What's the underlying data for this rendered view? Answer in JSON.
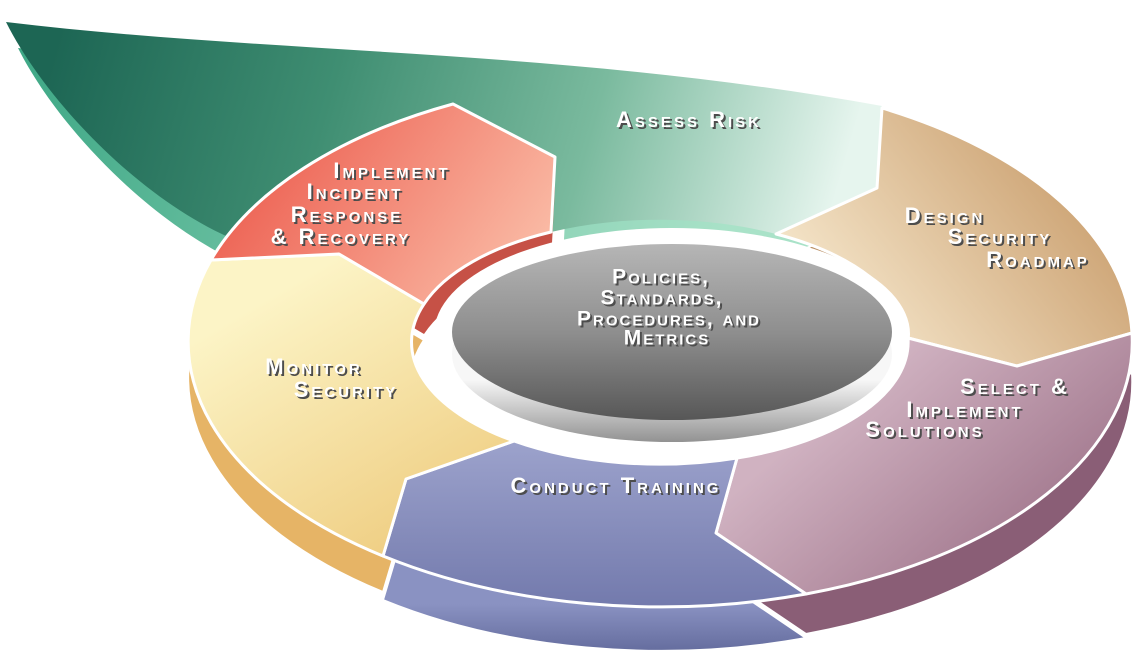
{
  "diagram": {
    "type": "cycle-process-diagram",
    "flow_direction": "clockwise",
    "center": {
      "name": "policies-standards-procedures-metrics",
      "lines": [
        "Policies,",
        "Standards,",
        "Procedures, and",
        "Metrics"
      ]
    },
    "segments": [
      {
        "name": "assess-risk",
        "lines": [
          "Assess Risk"
        ],
        "color": "#3F8E72"
      },
      {
        "name": "design-security-roadmap",
        "lines": [
          "Design",
          "Security",
          "Roadmap"
        ],
        "color": "#D9B183"
      },
      {
        "name": "select-implement-solutions",
        "lines": [
          "Select &",
          "Implement",
          "Solutions"
        ],
        "color": "#B28DA0"
      },
      {
        "name": "conduct-training",
        "lines": [
          "Conduct Training"
        ],
        "color": "#8990BD"
      },
      {
        "name": "monitor-security",
        "lines": [
          "Monitor",
          "Security"
        ],
        "color": "#F6E3A0"
      },
      {
        "name": "implement-incident-response-recovery",
        "lines": [
          "Implement",
          "Incident",
          "Response",
          "& Recovery"
        ],
        "color": "#F37E6F"
      }
    ]
  },
  "colors": {
    "under_0": "#3FA886",
    "under_1": "#A9E2C8",
    "green_0": "#1D6654",
    "green_1": "#3F8E72",
    "green_2": "#7ABA9E",
    "green_3": "#E6F5EE",
    "tan_0": "#C79A68",
    "tan_1": "#F4E4C8",
    "tan_side": "#BA8F63",
    "mauve_0": "#9A6E85",
    "mauve_1": "#D0B2C1",
    "mauve_side": "#8A5E76",
    "blue_0": "#7279AC",
    "blue_1": "#9FA5CE",
    "blue_side_0": "#8A92C2",
    "blue_side_1": "#3F477A",
    "yellow_0": "#FCF4C6",
    "yellow_1": "#EDC878",
    "yellow_side": "#E6B466",
    "red_0": "#EC5A4C",
    "red_1": "#FBC2AC",
    "red_side": "#C65146",
    "gray_0": "#B5B5B5",
    "gray_1": "#8E8E8E",
    "gray_2": "#575757",
    "rim_0": "#F7F7F7",
    "rim_1": "#8F8F8F",
    "gap_white": "#FFFFFF",
    "text": "#FFFFFF",
    "text_shadow": "#4D4D4D"
  }
}
